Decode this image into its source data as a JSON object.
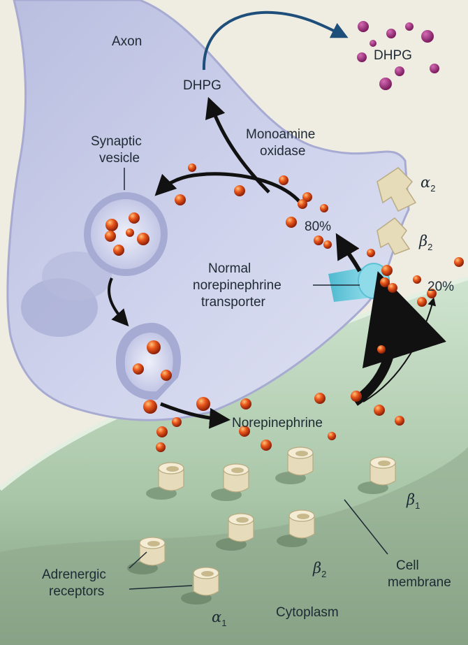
{
  "labels": {
    "axon": "Axon",
    "dhpg_inner": "DHPG",
    "dhpg_outer": "DHPG",
    "monoamine": [
      "Monoamine",
      "oxidase"
    ],
    "synaptic_vesicle": [
      "Synaptic",
      "vesicle"
    ],
    "pct_80": "80%",
    "pct_20": "20%",
    "transporter": [
      "Normal",
      "norepinephrine",
      "transporter"
    ],
    "norepinephrine": "Norepinephrine",
    "adrenergic": [
      "Adrenergic",
      "receptors"
    ],
    "cell_membrane": [
      "Cell",
      "membrane"
    ],
    "cytoplasm": "Cytoplasm",
    "alpha2": {
      "sym": "α",
      "sub": "2"
    },
    "beta2_top": {
      "sym": "β",
      "sub": "2"
    },
    "beta1": {
      "sym": "β",
      "sub": "1"
    },
    "beta2_bottom": {
      "sym": "β",
      "sub": "2"
    },
    "alpha1": {
      "sym": "α",
      "sub": "1"
    }
  },
  "colors": {
    "axon": "#c9cde6",
    "axon_edge": "#a9acd0",
    "cell": "#c5dcc5",
    "cell_dark": "#7e9a7c",
    "molecule": "#e0541c",
    "dhpg": "#9e2a78",
    "transporter": "#72cfe0",
    "receptor": "#e9dfc0"
  }
}
